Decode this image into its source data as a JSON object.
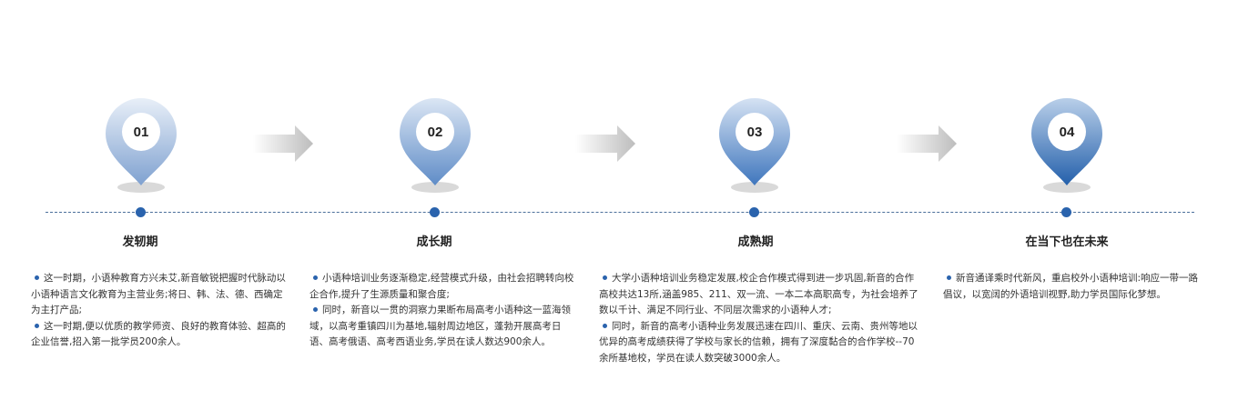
{
  "colors": {
    "accent": "#2a63ad",
    "timeline": "#4b6f9a",
    "arrow": "#c9c9c9"
  },
  "stages": [
    {
      "number": "01",
      "phase": "发轫期",
      "paragraphs": [
        "这一时期，小语种教育方兴未艾,新音敏锐把握时代脉动以小语种语言文化教育为主营业务;将日、韩、法、德、西确定为主打产品;",
        "这一时期,便以优质的教学师资、良好的教育体验、超高的企业信誉,招入第一批学员200余人。"
      ]
    },
    {
      "number": "02",
      "phase": "成长期",
      "paragraphs": [
        "小语种培训业务逐渐稳定,经营模式升级，由社会招聘转向校企合作,提升了生源质量和聚合度;",
        "同时，新音以一贯的洞察力果断布局高考小语种这一蓝海领域，以高考重镇四川为基地,辐射周边地区，蓬勃开展高考日语、高考俄语、高考西语业务,学员在读人数达900余人。"
      ]
    },
    {
      "number": "03",
      "phase": "成熟期",
      "paragraphs": [
        "大学小语种培训业务稳定发展,校企合作模式得到进一步巩固,新音的合作高校共达13所,涵盖985、211、双一流、一本二本高职高专，为社会培养了数以千计、满足不同行业、不同层次需求的小语种人才;",
        "同时，新音的高考小语种业务发展迅速在四川、重庆、云南、贵州等地以优异的高考成绩获得了学校与家长的信赖，拥有了深度黏合的合作学校--70余所基地校，学员在读人数突破3000余人。"
      ]
    },
    {
      "number": "04",
      "phase": "在当下也在未来",
      "paragraphs": [
        "新音通译乘时代新风，重启校外小语种培训:响应一带一路倡议，以宽阔的外语培训视野,助力学员国际化梦想。"
      ]
    }
  ]
}
